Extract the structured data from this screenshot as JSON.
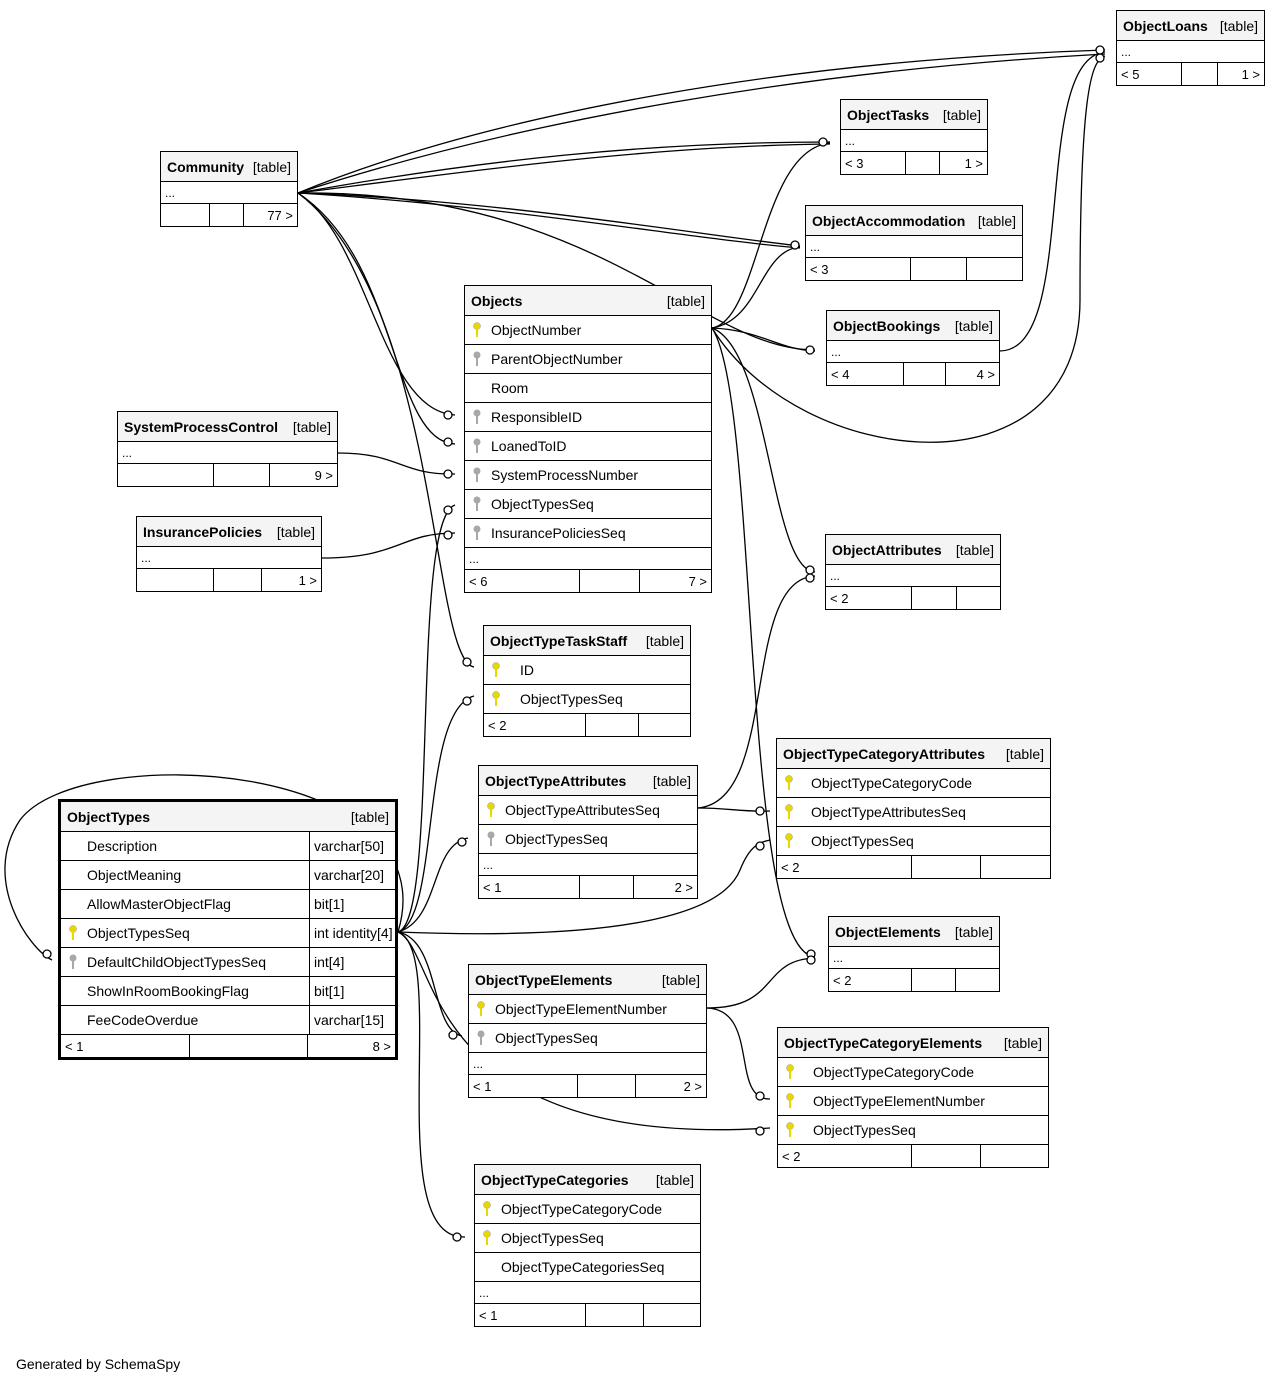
{
  "credit": "Generated by SchemaSpy",
  "type_label": "[table]",
  "tables": {
    "object_loans": {
      "name": "ObjectLoans",
      "ellipsis": "...",
      "parents": "< 5",
      "children": "1 >"
    },
    "object_tasks": {
      "name": "ObjectTasks",
      "ellipsis": "...",
      "parents": "< 3",
      "children": "1 >"
    },
    "community": {
      "name": "Community",
      "ellipsis": "...",
      "parents": "",
      "children": "77 >"
    },
    "object_accommodation": {
      "name": "ObjectAccommodation",
      "ellipsis": "...",
      "parents": "< 3",
      "children": ""
    },
    "objects": {
      "name": "Objects",
      "columns": [
        "ObjectNumber",
        "ParentObjectNumber",
        "Room",
        "ResponsibleID",
        "LoanedToID",
        "SystemProcessNumber",
        "ObjectTypesSeq",
        "InsurancePoliciesSeq"
      ],
      "keys": [
        "primary",
        "foreign",
        "none",
        "foreign",
        "foreign",
        "foreign",
        "foreign",
        "foreign"
      ],
      "ellipsis": "...",
      "parents": "< 6",
      "children": "7 >"
    },
    "object_bookings": {
      "name": "ObjectBookings",
      "ellipsis": "...",
      "parents": "< 4",
      "children": "4 >"
    },
    "system_process_control": {
      "name": "SystemProcessControl",
      "ellipsis": "...",
      "parents": "",
      "children": "9 >"
    },
    "insurance_policies": {
      "name": "InsurancePolicies",
      "ellipsis": "...",
      "parents": "",
      "children": "1 >"
    },
    "object_attributes": {
      "name": "ObjectAttributes",
      "ellipsis": "...",
      "parents": "< 2",
      "children": ""
    },
    "object_type_task_staff": {
      "name": "ObjectTypeTaskStaff",
      "columns": [
        "ID",
        "ObjectTypesSeq"
      ],
      "keys": [
        "primary",
        "primary"
      ],
      "parents": "< 2",
      "children": ""
    },
    "object_type_attributes": {
      "name": "ObjectTypeAttributes",
      "columns": [
        "ObjectTypeAttributesSeq",
        "ObjectTypesSeq"
      ],
      "keys": [
        "primary",
        "foreign"
      ],
      "ellipsis": "...",
      "parents": "< 1",
      "children": "2 >"
    },
    "object_type_category_attributes": {
      "name": "ObjectTypeCategoryAttributes",
      "columns": [
        "ObjectTypeCategoryCode",
        "ObjectTypeAttributesSeq",
        "ObjectTypesSeq"
      ],
      "keys": [
        "primary",
        "primary",
        "primary"
      ],
      "parents": "< 2",
      "children": ""
    },
    "object_types": {
      "name": "ObjectTypes",
      "columns": [
        {
          "name": "Description",
          "type": "varchar[50]",
          "key": "none"
        },
        {
          "name": "ObjectMeaning",
          "type": "varchar[20]",
          "key": "none"
        },
        {
          "name": "AllowMasterObjectFlag",
          "type": "bit[1]",
          "key": "none"
        },
        {
          "name": "ObjectTypesSeq",
          "type": "int identity[4]",
          "key": "primary"
        },
        {
          "name": "DefaultChildObjectTypesSeq",
          "type": "int[4]",
          "key": "foreign"
        },
        {
          "name": "ShowInRoomBookingFlag",
          "type": "bit[1]",
          "key": "none"
        },
        {
          "name": "FeeCodeOverdue",
          "type": "varchar[15]",
          "key": "none"
        }
      ],
      "parents": "< 1",
      "children": "8 >"
    },
    "object_elements": {
      "name": "ObjectElements",
      "ellipsis": "...",
      "parents": "< 2",
      "children": ""
    },
    "object_type_elements": {
      "name": "ObjectTypeElements",
      "columns": [
        "ObjectTypeElementNumber",
        "ObjectTypesSeq"
      ],
      "keys": [
        "primary",
        "foreign"
      ],
      "ellipsis": "...",
      "parents": "< 1",
      "children": "2 >"
    },
    "object_type_category_elements": {
      "name": "ObjectTypeCategoryElements",
      "columns": [
        "ObjectTypeCategoryCode",
        "ObjectTypeElementNumber",
        "ObjectTypesSeq"
      ],
      "keys": [
        "primary",
        "primary",
        "primary"
      ],
      "parents": "< 2",
      "children": ""
    },
    "object_type_categories": {
      "name": "ObjectTypeCategories",
      "columns": [
        "ObjectTypeCategoryCode",
        "ObjectTypesSeq",
        "ObjectTypeCategoriesSeq"
      ],
      "keys": [
        "primary",
        "primary",
        "none"
      ],
      "ellipsis": "...",
      "parents": "< 1",
      "children": ""
    }
  },
  "colors": {
    "primary_key": "#e8d800",
    "foreign_key": "#a8a8a8",
    "header_bg": "#f4f4f4",
    "line": "#000000"
  }
}
